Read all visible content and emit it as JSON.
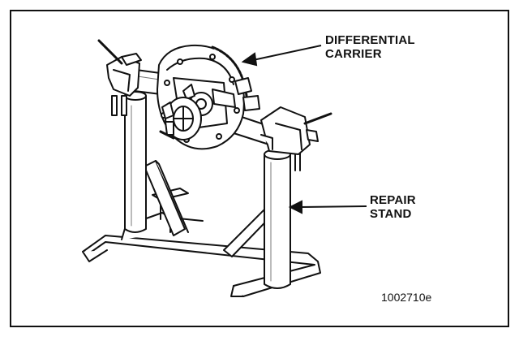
{
  "figure": {
    "labels": {
      "carrier_line1": "DIFFERENTIAL",
      "carrier_line2": "CARRIER",
      "stand_line1": "REPAIR",
      "stand_line2": "STAND"
    },
    "figure_id": "1002710e"
  },
  "colors": {
    "ink": "#111111",
    "paper": "#ffffff",
    "shade": "#777777"
  }
}
